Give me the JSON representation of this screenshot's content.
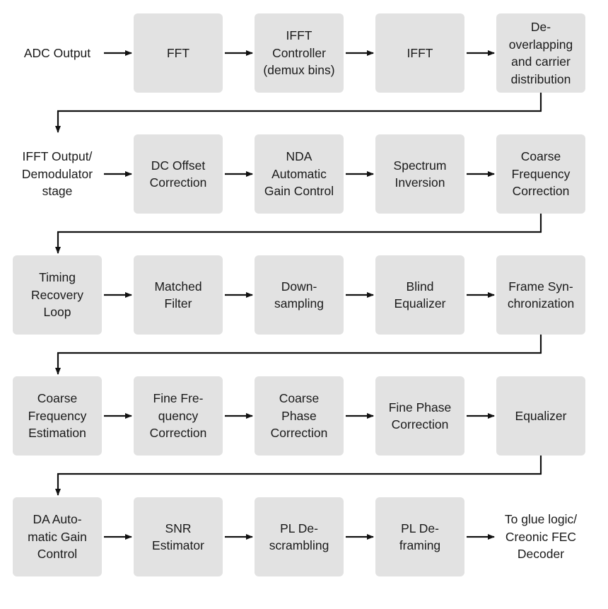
{
  "diagram": {
    "rows": [
      [
        {
          "kind": "label",
          "text": "ADC Output"
        },
        {
          "kind": "block",
          "text": "FFT"
        },
        {
          "kind": "block",
          "text": "IFFT\nController\n(demux bins)"
        },
        {
          "kind": "block",
          "text": "IFFT"
        },
        {
          "kind": "block",
          "text": "De-\noverlapping\nand carrier\ndistribution"
        }
      ],
      [
        {
          "kind": "label",
          "text": "IFFT Output/\nDemodulator\nstage"
        },
        {
          "kind": "block",
          "text": "DC Offset\nCorrection"
        },
        {
          "kind": "block",
          "text": "NDA\nAutomatic\nGain Control"
        },
        {
          "kind": "block",
          "text": "Spectrum\nInversion"
        },
        {
          "kind": "block",
          "text": "Coarse\nFrequency\nCorrection"
        }
      ],
      [
        {
          "kind": "block",
          "text": "Timing\nRecovery\nLoop"
        },
        {
          "kind": "block",
          "text": "Matched\nFilter"
        },
        {
          "kind": "block",
          "text": "Down-\nsampling"
        },
        {
          "kind": "block",
          "text": "Blind\nEqualizer"
        },
        {
          "kind": "block",
          "text": "Frame Syn-\nchronization"
        }
      ],
      [
        {
          "kind": "block",
          "text": "Coarse\nFrequency\nEstimation"
        },
        {
          "kind": "block",
          "text": "Fine Fre-\nquency\nCorrection"
        },
        {
          "kind": "block",
          "text": "Coarse\nPhase\nCorrection"
        },
        {
          "kind": "block",
          "text": "Fine Phase\nCorrection"
        },
        {
          "kind": "block",
          "text": "Equalizer"
        }
      ],
      [
        {
          "kind": "block",
          "text": "DA Auto-\nmatic Gain\nControl"
        },
        {
          "kind": "block",
          "text": "SNR\nEstimator"
        },
        {
          "kind": "block",
          "text": "PL De-\nscrambling"
        },
        {
          "kind": "block",
          "text": "PL De-\nframing"
        },
        {
          "kind": "label",
          "text": "To glue logic/\nCreonic FEC\nDecoder"
        }
      ]
    ]
  }
}
